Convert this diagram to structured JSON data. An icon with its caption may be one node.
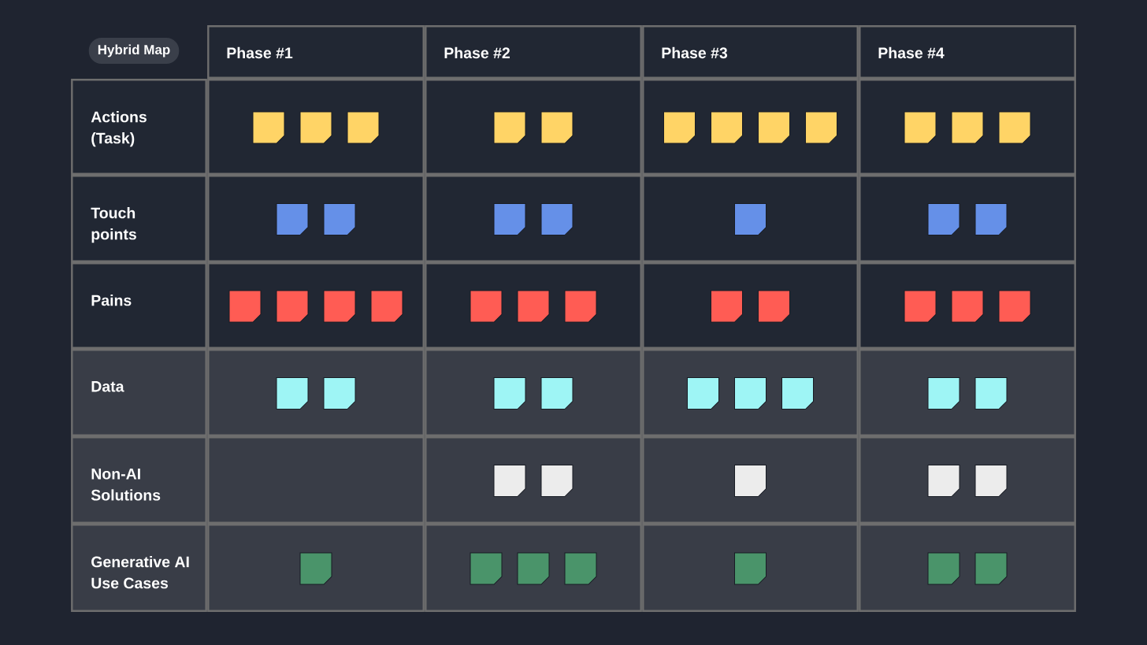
{
  "diagram": {
    "nodes": [
      {
        "text": [
          "Hybrid Map"
        ]
      },
      {
        "text": [
          "Phase #1"
        ]
      },
      {
        "text": [
          "Phase #2"
        ]
      },
      {
        "text": [
          "Phase #3"
        ]
      },
      {
        "text": [
          "Phase #4"
        ]
      },
      {
        "text": [
          "Actions (Task)"
        ]
      },
      {
        "text": [],
        "shape": "box"
      },
      {
        "text": [],
        "shape": "note",
        "in": 6
      },
      {
        "text": [],
        "shape": "note",
        "in": 6
      },
      {
        "text": [],
        "shape": "note",
        "in": 6
      },
      {
        "text": [],
        "shape": "box"
      },
      {
        "text": [],
        "shape": "note",
        "in": 10
      },
      {
        "text": [],
        "shape": "note",
        "in": 10
      },
      {
        "text": [],
        "shape": "box"
      },
      {
        "text": [],
        "shape": "note",
        "in": 13
      },
      {
        "text": [],
        "shape": "note",
        "in": 13
      },
      {
        "text": [],
        "shape": "note",
        "in": 13
      },
      {
        "text": [],
        "shape": "note",
        "in": 13
      },
      {
        "text": [],
        "shape": "box"
      },
      {
        "text": [],
        "shape": "note",
        "in": 18
      },
      {
        "text": [],
        "shape": "note",
        "in": 18
      },
      {
        "text": [],
        "shape": "note",
        "in": 18
      },
      {
        "text": [
          "Touch points"
        ]
      },
      {
        "text": [],
        "shape": "box"
      },
      {
        "text": [],
        "shape": "note",
        "in": 23
      },
      {
        "text": [],
        "shape": "note",
        "in": 23
      },
      {
        "text": [],
        "shape": "box"
      },
      {
        "text": [],
        "shape": "note",
        "in": 26
      },
      {
        "text": [],
        "shape": "note",
        "in": 26
      },
      {
        "text": [],
        "shape": "box"
      },
      {
        "text": [],
        "shape": "note",
        "in": 29
      },
      {
        "text": [],
        "shape": "box"
      },
      {
        "text": [],
        "shape": "note",
        "in": 31
      },
      {
        "text": [],
        "shape": "note",
        "in": 31
      },
      {
        "text": [
          "Pains"
        ]
      },
      {
        "text": [],
        "shape": "box"
      },
      {
        "text": [],
        "shape": "note",
        "in": 35
      },
      {
        "text": [],
        "shape": "note",
        "in": 35
      },
      {
        "text": [],
        "shape": "note",
        "in": 35
      },
      {
        "text": [],
        "shape": "note",
        "in": 35
      },
      {
        "text": [],
        "shape": "box"
      },
      {
        "text": [],
        "shape": "note",
        "in": 40
      },
      {
        "text": [],
        "shape": "note",
        "in": 40
      },
      {
        "text": [],
        "shape": "note",
        "in": 40
      },
      {
        "text": [],
        "shape": "box"
      },
      {
        "text": [],
        "shape": "note",
        "in": 44
      },
      {
        "text": [],
        "shape": "note",
        "in": 44
      },
      {
        "text": [],
        "shape": "box"
      },
      {
        "text": [],
        "shape": "note",
        "in": 47
      },
      {
        "text": [],
        "shape": "note",
        "in": 47
      },
      {
        "text": [],
        "shape": "note",
        "in": 47
      },
      {
        "text": [
          "Data"
        ]
      },
      {
        "text": [],
        "shape": "box"
      },
      {
        "text": [],
        "shape": "note",
        "in": 52
      },
      {
        "text": [],
        "shape": "note",
        "in": 52
      },
      {
        "text": [],
        "shape": "box"
      },
      {
        "text": [],
        "shape": "note",
        "in": 55
      },
      {
        "text": [],
        "shape": "note",
        "in": 55
      },
      {
        "text": [],
        "shape": "box"
      },
      {
        "text": [],
        "shape": "note",
        "in": 58
      },
      {
        "text": [],
        "shape": "note",
        "in": 58
      },
      {
        "text": [],
        "shape": "note",
        "in": 58
      },
      {
        "text": [],
        "shape": "box"
      },
      {
        "text": [],
        "shape": "note",
        "in": 62
      },
      {
        "text": [],
        "shape": "note",
        "in": 62
      },
      {
        "text": [
          "Non-AI Solutions"
        ]
      },
      {
        "text": [],
        "shape": "box"
      },
      {
        "text": [],
        "shape": "box"
      },
      {
        "text": [],
        "shape": "note",
        "in": 67
      },
      {
        "text": [],
        "shape": "note",
        "in": 67
      },
      {
        "text": [],
        "shape": "box"
      },
      {
        "text": [],
        "shape": "note",
        "in": 70
      },
      {
        "text": [],
        "shape": "box"
      },
      {
        "text": [],
        "shape": "note",
        "in": 72
      },
      {
        "text": [],
        "shape": "note",
        "in": 72
      },
      {
        "text": [
          "Generative AI Use Cases"
        ]
      },
      {
        "text": [],
        "shape": "box"
      },
      {
        "text": [],
        "shape": "note",
        "in": 76
      },
      {
        "text": [],
        "shape": "box"
      },
      {
        "text": [],
        "shape": "note",
        "in": 78
      },
      {
        "text": [],
        "shape": "note",
        "in": 78
      },
      {
        "text": [],
        "shape": "note",
        "in": 78
      },
      {
        "text": [],
        "shape": "box"
      },
      {
        "text": [],
        "shape": "note",
        "in": 82
      },
      {
        "text": [],
        "shape": "box"
      },
      {
        "text": [],
        "shape": "note",
        "in": 84
      },
      {
        "text": [],
        "shape": "note",
        "in": 84
      }
    ]
  }
}
